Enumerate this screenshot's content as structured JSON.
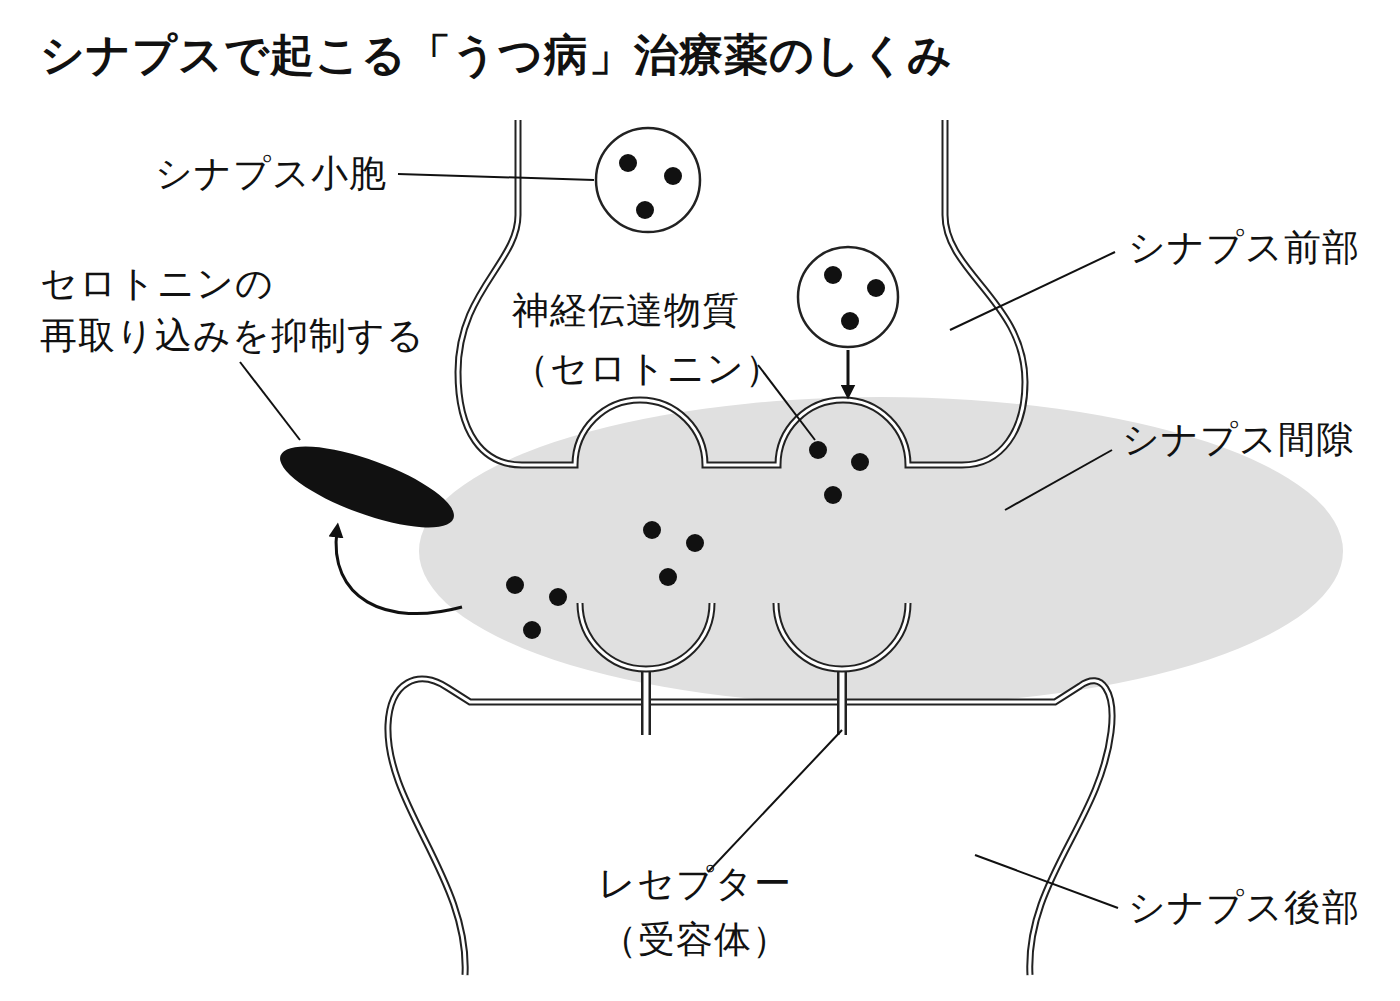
{
  "diagram": {
    "title": "シナプスで起こる「うつ病」治療薬のしくみ",
    "labels": [
      "シナプス小胞",
      "シナプス前部",
      "セロトニンの 再取り込みを抑制する",
      "神経伝達物質 （セロトニン）",
      "シナプス間隙",
      "レセプター （受容体）",
      "シナプス後部"
    ]
  }
}
